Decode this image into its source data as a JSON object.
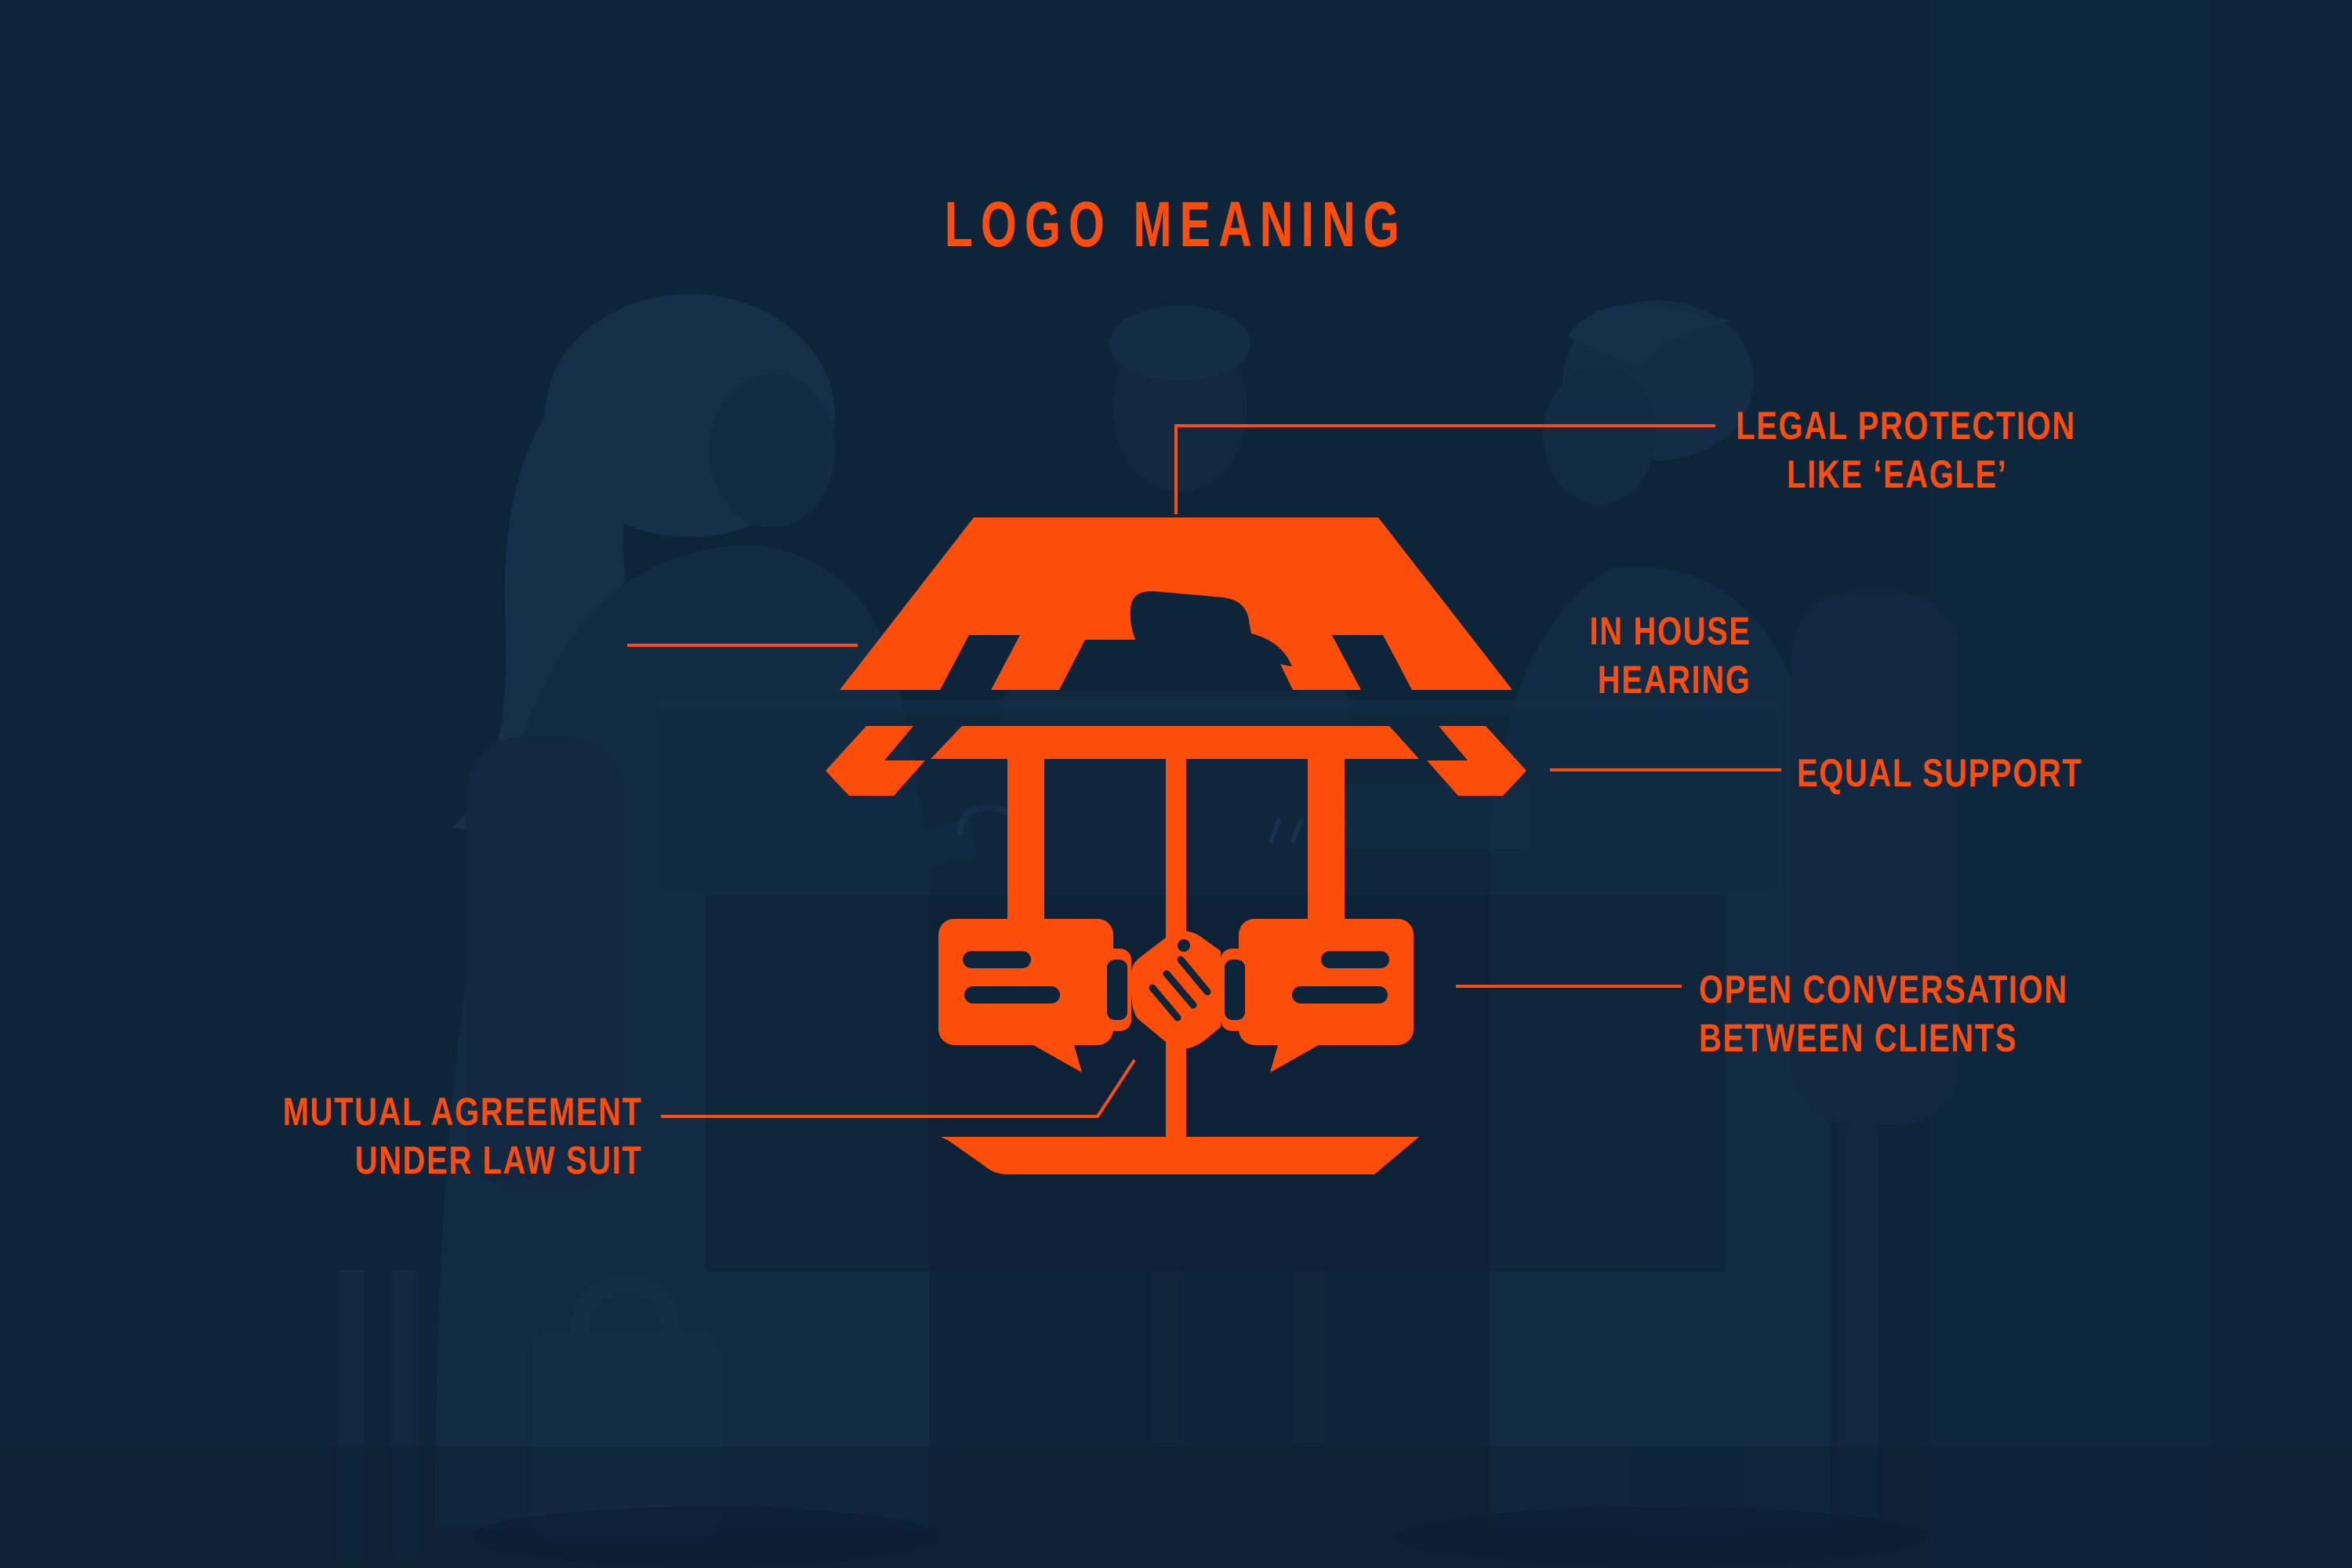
{
  "title": "LOGO MEANING",
  "colors": {
    "background": "#0e2438",
    "accent": "#fc4e0a",
    "silhouette_light": "#16314b",
    "silhouette_mid": "#132c44",
    "silhouette_dark": "#112840"
  },
  "labels": {
    "legal": {
      "line1": "LEGAL PROTECTION",
      "line2": "LIKE ‘EAGLE’"
    },
    "inhouse": {
      "line1": "IN HOUSE",
      "line2": "HEARING"
    },
    "equal": {
      "text": "EQUAL SUPPORT"
    },
    "open": {
      "line1": "OPEN CONVERSATION",
      "line2": "BETWEEN CLIENTS"
    },
    "mutual": {
      "line1": "MUTUAL AGREEMENT",
      "line2": "UNDER LAW SUIT"
    }
  },
  "logo": {
    "parts": [
      "eagle-roof",
      "support-beam",
      "columns",
      "speech-bubble-left",
      "speech-bubble-right",
      "handshake",
      "base-plinth"
    ]
  }
}
